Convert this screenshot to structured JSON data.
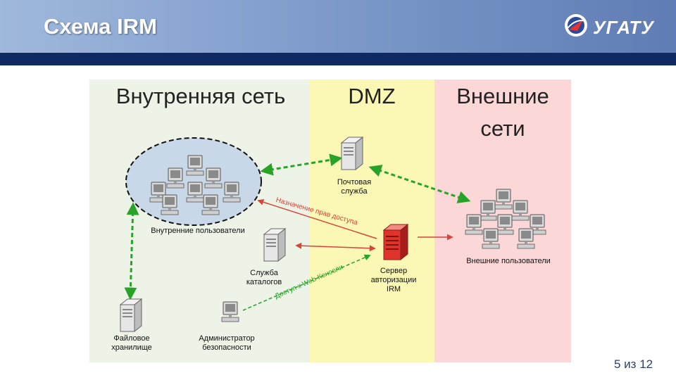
{
  "slide": {
    "title": "Схема IRM",
    "logo_text": "УГАТУ",
    "page_indicator": "5 из 12"
  },
  "zones": {
    "internal": "Внутренняя сеть",
    "dmz": "DMZ",
    "external_line1": "Внешние",
    "external_line2": "сети"
  },
  "nodes": {
    "mail_line1": "Почтовая",
    "mail_line2": "служба",
    "internal_users": "Внутренние пользователи",
    "directory_line1": "Служба",
    "directory_line2": "каталогов",
    "auth_line1": "Сервер",
    "auth_line2": "авторизации",
    "auth_line3": "IRM",
    "external_users": "Внешние пользователи",
    "file_line1": "Файловое",
    "file_line2": "хранилище",
    "admin_line1": "Администратор",
    "admin_line2": "безопасности"
  },
  "connections": {
    "rights_assignment": "Назначение прав доступа",
    "web_console_access": "Доступ к Web-Консоли"
  },
  "colors": {
    "internal_zone": "#edf3e6",
    "dmz_zone": "#fbf8b5",
    "external_zone": "#fbd7d7",
    "green_link": "#27a327",
    "red_link": "#d8443a",
    "header_dark": "#0f2a63"
  }
}
